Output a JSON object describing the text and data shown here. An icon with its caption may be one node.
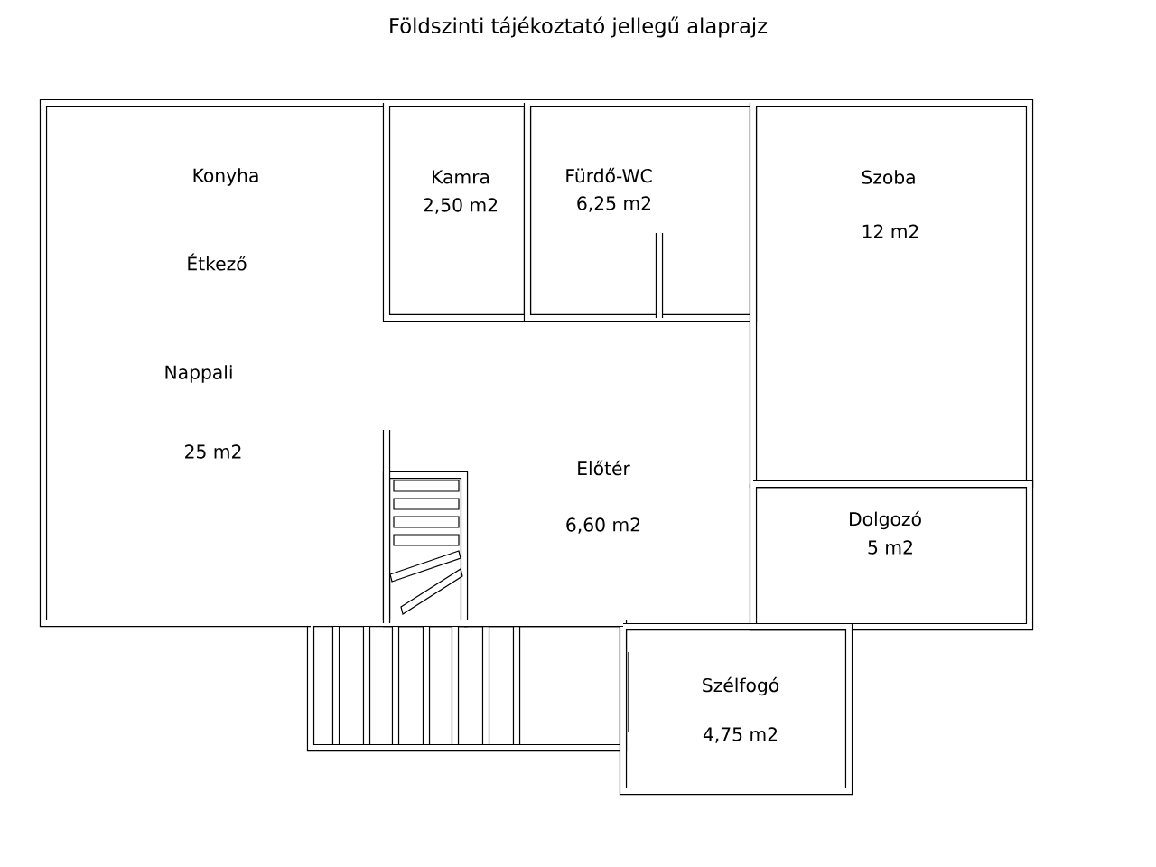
{
  "diagram": {
    "title": "Földszinti tájékoztató jellegű alaprajz",
    "nodes": [
      {
        "text": [
          "Konyha",
          "Étkező",
          "Nappali",
          "25 m2"
        ]
      },
      {
        "text": [
          "Kamra",
          "2,50 m2"
        ]
      },
      {
        "text": [
          "Fürdő-WC",
          "6,25 m2"
        ]
      },
      {
        "text": [
          "Szoba",
          "12 m2"
        ]
      },
      {
        "text": [
          "Előtér",
          "6,60 m2"
        ]
      },
      {
        "text": [
          "Dolgozó",
          "5 m2"
        ]
      },
      {
        "text": [
          "Szélfogó",
          "4,75 m2"
        ]
      }
    ]
  }
}
